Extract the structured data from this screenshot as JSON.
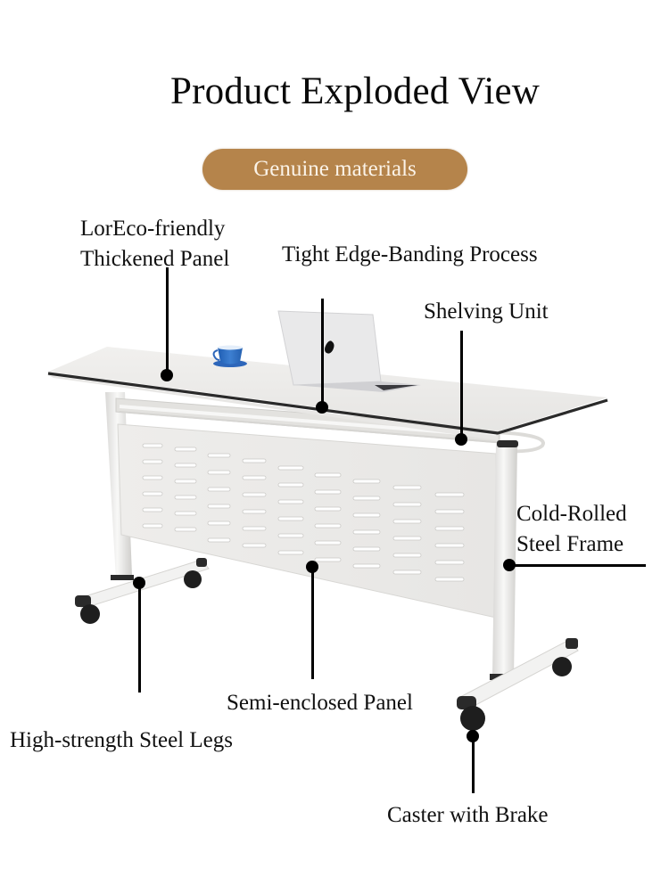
{
  "header": {
    "title": "Product Exploded View",
    "badge": "Genuine materials"
  },
  "colors": {
    "badge_bg": "#b5844b",
    "badge_text": "#fbf3e8",
    "cup_blue": "#2f6fc4",
    "edge_banding": "#2a2a2a",
    "frame_white": "#ecebe8",
    "caster_black": "#1e1e1e"
  },
  "callouts": [
    {
      "id": "panel",
      "lines": [
        "LorEco-friendly",
        "Thickened Panel"
      ]
    },
    {
      "id": "edge",
      "lines": [
        "Tight Edge-Banding Process"
      ]
    },
    {
      "id": "shelf",
      "lines": [
        "Shelving Unit"
      ]
    },
    {
      "id": "frame",
      "lines": [
        "Cold-Rolled",
        "Steel Frame"
      ]
    },
    {
      "id": "modesty",
      "lines": [
        "Semi-enclosed Panel"
      ]
    },
    {
      "id": "legs",
      "lines": [
        "High-strength Steel Legs"
      ]
    },
    {
      "id": "caster",
      "lines": [
        "Caster with Brake"
      ]
    }
  ],
  "product": {
    "items_on_desk": [
      "coffee-cup",
      "laptop"
    ]
  }
}
